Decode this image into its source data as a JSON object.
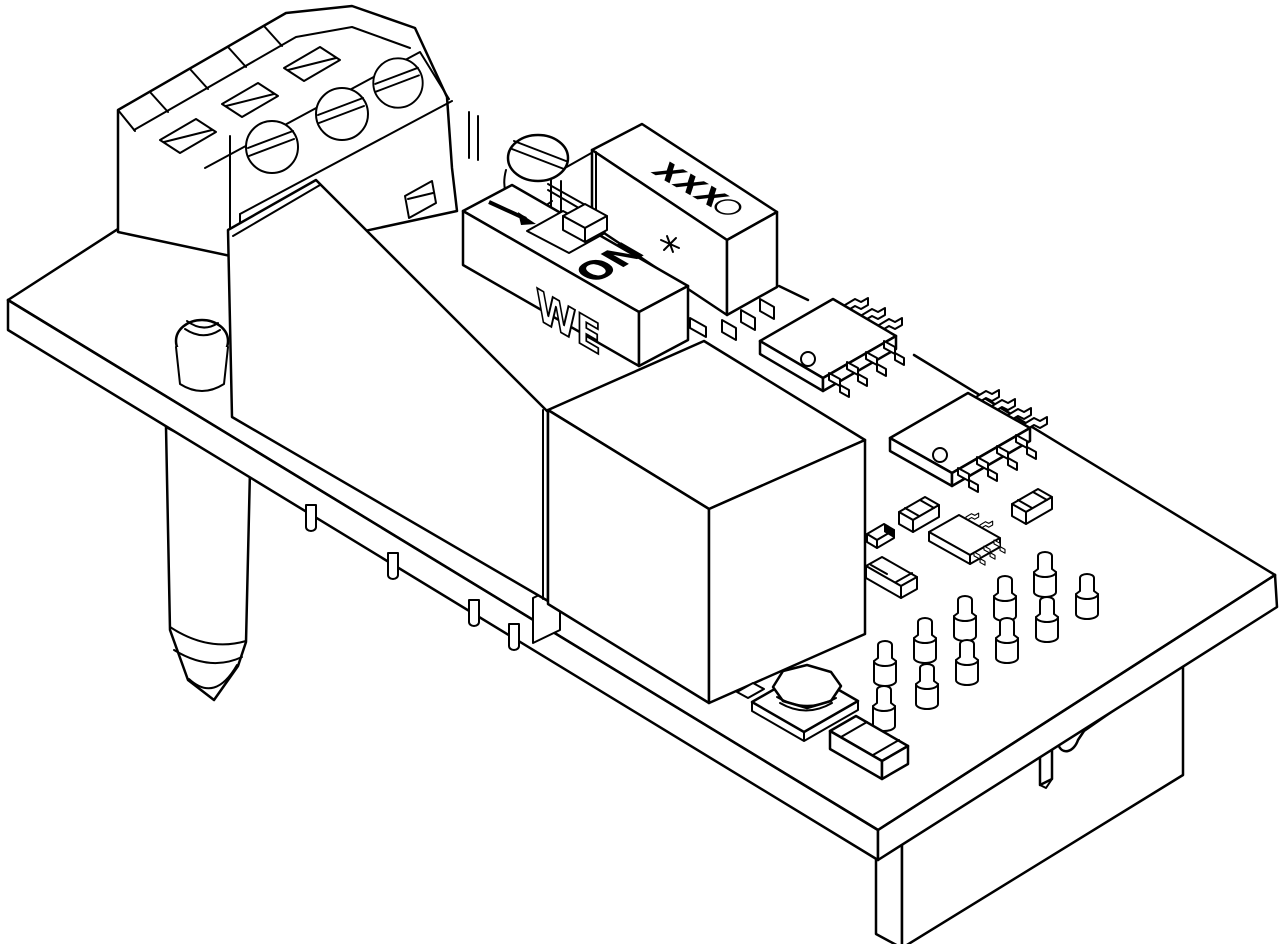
{
  "drawing": {
    "title": "Isometric technical line drawing of a PCB terminal module",
    "background": "#ffffff",
    "line_color": "#000000",
    "labels": {
      "component_marking": "XXX",
      "dip_switch_on": "ON",
      "dip_switch_brand": "WE"
    },
    "components": [
      "pcb-board",
      "screw-terminal-block-3pos",
      "terminal-screws",
      "transformer-box",
      "relay-box",
      "dip-switch",
      "marked-component",
      "soic8-ic-1",
      "soic8-ic-2",
      "small-ic",
      "chip-components",
      "press-fit-pins",
      "power-inductor",
      "mounting-screws",
      "snap-in-standoff",
      "board-edge-pins",
      "bottom-connector"
    ]
  }
}
